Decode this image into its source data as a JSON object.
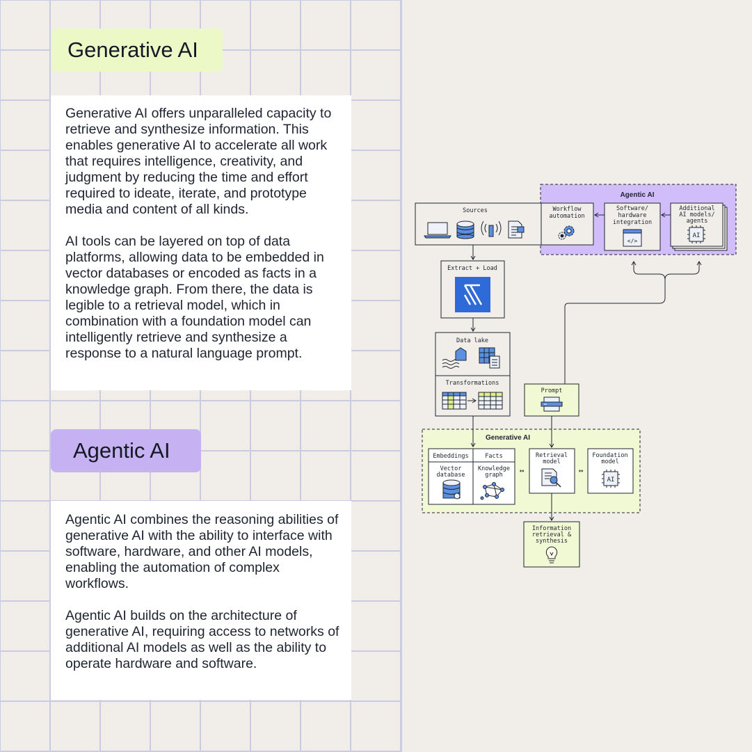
{
  "generative": {
    "heading": "Generative AI",
    "paragraph1": "Generative AI offers unparalleled capacity to retrieve and synthesize information. This enables generative AI to accelerate all work that requires intelligence, creativity, and judgment by reducing the time and effort required to ideate, iterate, and prototype media and content of all kinds.",
    "paragraph2": "AI tools can be layered on top of data platforms, allowing data to be embedded in vector databases or encoded as facts in a knowledge graph. From there, the data is legible to a retrieval model, which in combination with a foundation model can intelligently retrieve and synthesize a response to a natural language prompt."
  },
  "agentic": {
    "heading": "Agentic AI",
    "paragraph1": "Agentic AI combines the reasoning abilities of generative AI with the ability to interface with software, hardware, and other AI models, enabling the automation of complex workflows.",
    "paragraph2": "Agentic AI builds on the architecture of generative AI, requiring access to networks of additional AI models as well as the ability to operate hardware and software."
  },
  "diagram": {
    "agentic_group_label": "Agentic AI",
    "sources_label": "Sources",
    "workflow_label": [
      "Workflow",
      "automation"
    ],
    "software_label": [
      "Software/",
      "hardware",
      "integration"
    ],
    "additional_label": [
      "Additional",
      "AI models/",
      "agents"
    ],
    "extract_label": "Extract + Load",
    "datalake_label": "Data lake",
    "transformations_label": "Transformations",
    "prompt_label": "Prompt",
    "generative_group_label": "Generative AI",
    "embeddings_label": "Embeddings",
    "facts_label": "Facts",
    "vector_label": [
      "Vector",
      "database"
    ],
    "knowledge_label": [
      "Knowledge",
      "graph"
    ],
    "retrieval_label": [
      "Retrieval",
      "model"
    ],
    "foundation_label": [
      "Foundation",
      "model"
    ],
    "info_label": [
      "Information",
      "retrieval &",
      "synthesis"
    ],
    "ai_chip": "AI",
    "code_glyph": "</>"
  },
  "colors": {
    "background": "#f1eee9",
    "grid": "#c9cbe6",
    "generative_accent": "#ecf8c5",
    "agentic_accent": "#c6b2f3",
    "agentic_group_fill": "#d0bdfa",
    "generative_group_fill": "#f1f8d4",
    "logo_blue": "#2f6bd8"
  }
}
